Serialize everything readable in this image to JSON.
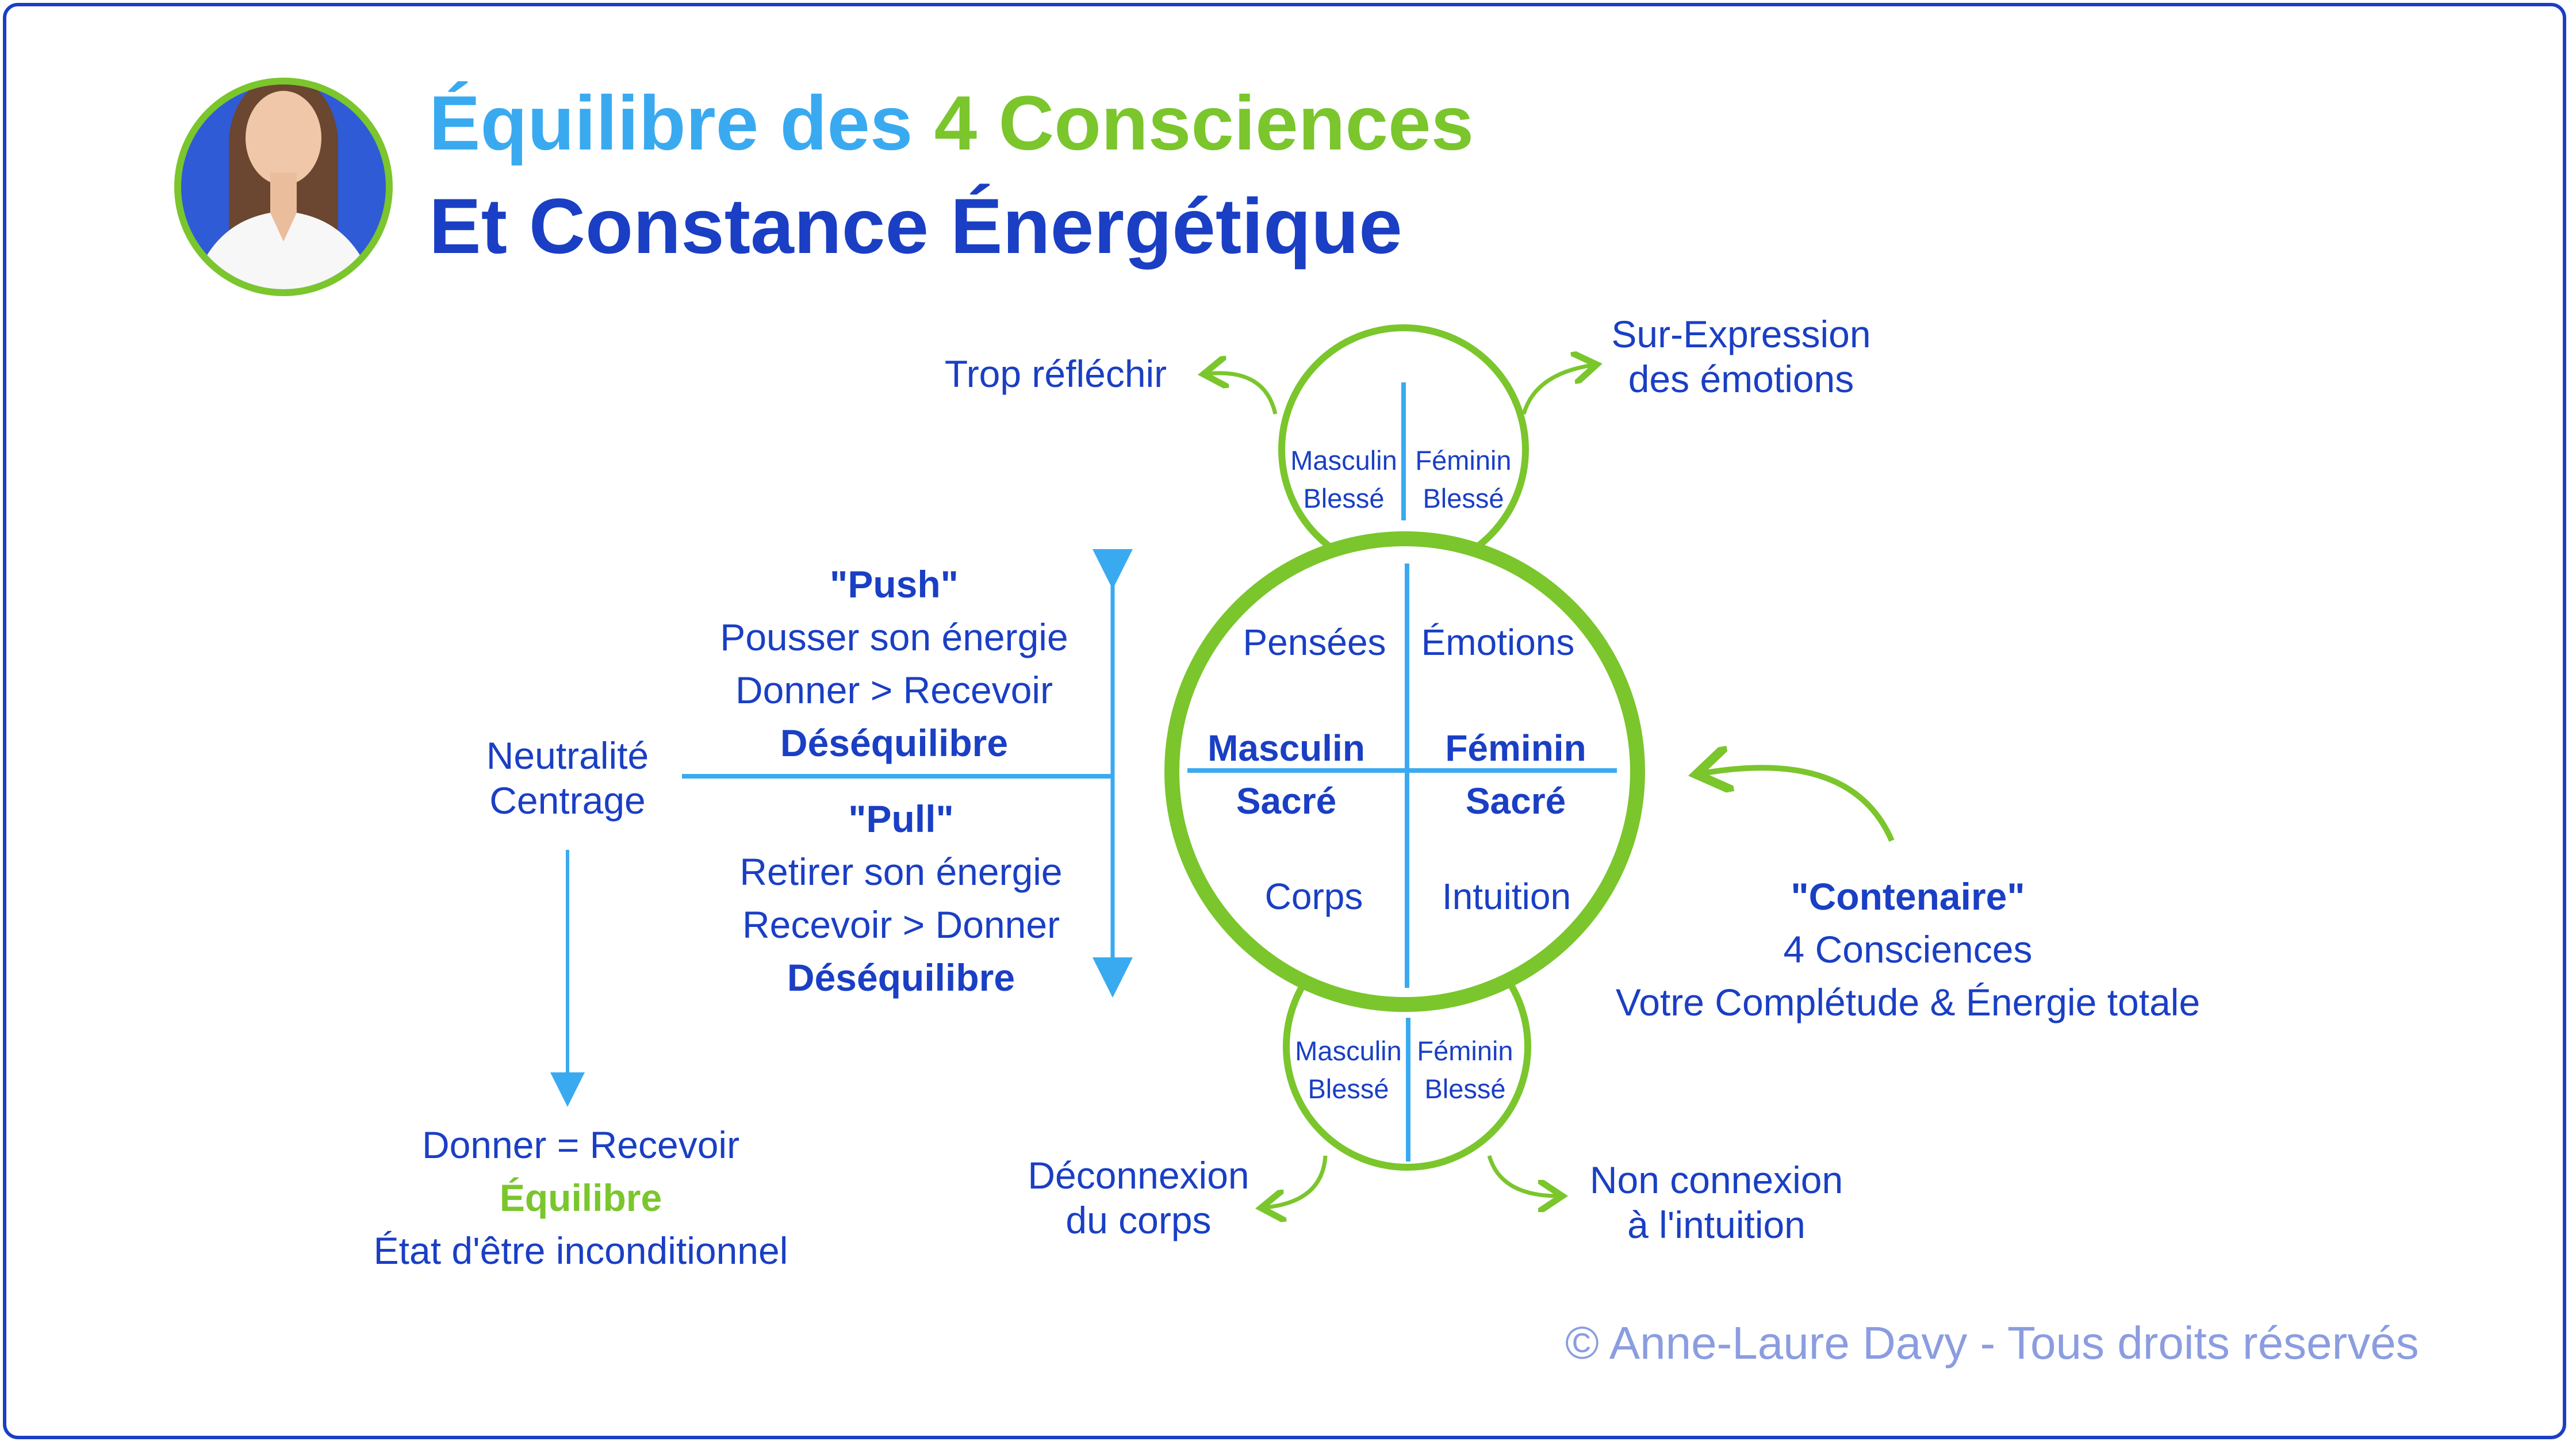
{
  "title": {
    "line1_part1": "Équilibre des ",
    "line1_part2": "4 Consciences",
    "line2": "Et Constance Énergétique"
  },
  "colors": {
    "dark_blue": "#1a3fc4",
    "light_blue": "#3aaaf0",
    "green": "#7ac62c",
    "gray": "#8b9de0"
  },
  "avatar": {
    "icon": "portrait-photo"
  },
  "top_circle": {
    "left": [
      "Masculin",
      "Blessé"
    ],
    "right": [
      "Féminin",
      "Blessé"
    ]
  },
  "bottom_circle": {
    "left": [
      "Masculin",
      "Blessé"
    ],
    "right": [
      "Féminin",
      "Blessé"
    ]
  },
  "main_circle": {
    "top_left": "Pensées",
    "top_right": "Émotions",
    "mid_left": [
      "Masculin",
      "Sacré"
    ],
    "mid_right": [
      "Féminin",
      "Sacré"
    ],
    "bottom_left": "Corps",
    "bottom_right": "Intuition"
  },
  "labels": {
    "trop_reflechir": "Trop réfléchir",
    "sur_expression": [
      "Sur-Expression",
      "des émotions"
    ],
    "deconnexion": [
      "Déconnexion",
      "du corps"
    ],
    "non_connexion": [
      "Non connexion",
      "à l'intuition"
    ]
  },
  "push": {
    "title": "\"Push\"",
    "line1": "Pousser son énergie",
    "line2": "Donner > Recevoir",
    "state": "Déséquilibre"
  },
  "pull": {
    "title": "\"Pull\"",
    "line1": "Retirer son énergie",
    "line2": "Recevoir > Donner",
    "state": "Déséquilibre"
  },
  "neutral": [
    "Neutralité",
    "Centrage"
  ],
  "balance": {
    "line1": "Donner = Recevoir",
    "state": "Équilibre",
    "line2": "État d'être inconditionnel"
  },
  "container": {
    "title": "\"Contenaire\"",
    "line1": "4 Consciences",
    "line2": "Votre Complétude & Énergie totale"
  },
  "copyright": "© Anne-Laure Davy - Tous droits réservés"
}
